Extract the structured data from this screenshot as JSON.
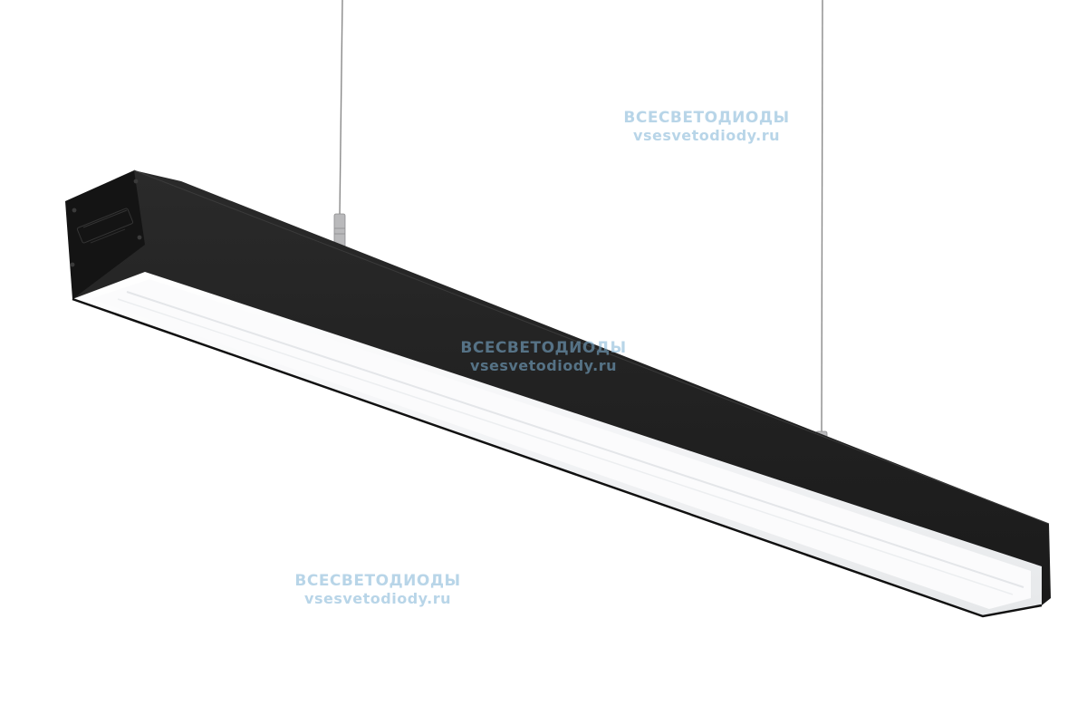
{
  "photo": {
    "background_color": "#ffffff",
    "fixture_body_color": "#1e1e1e",
    "fixture_end_color": "#151515",
    "diffuser_color": "#f4f5f6"
  },
  "watermarks": [
    {
      "line1": "ВСЕСВЕТОДИОДЫ",
      "line2": "vsesvetodiody.ru"
    },
    {
      "line1": "ВСЕСВЕТОДИОДЫ",
      "line2": "vsesvetodiody.ru"
    },
    {
      "line1": "ВСЕСВЕТОДИОДЫ",
      "line2": "vsesvetodiody.ru"
    }
  ],
  "watermark_color": "#7fb3d6"
}
